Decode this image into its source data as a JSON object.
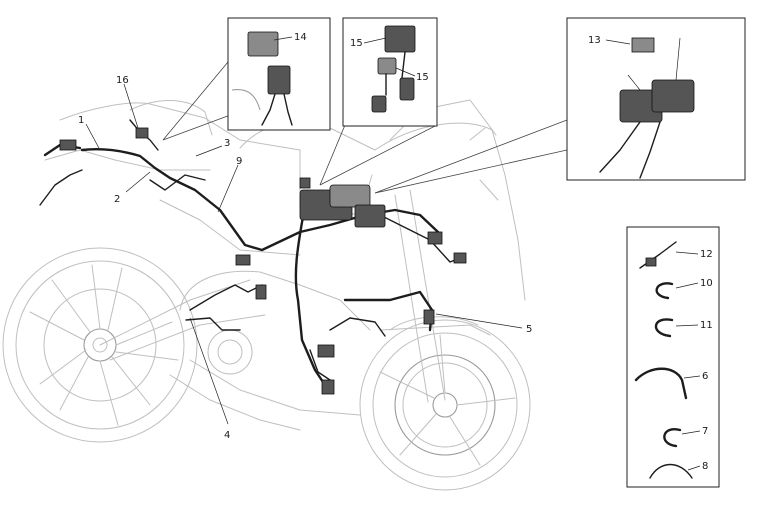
{
  "callouts": {
    "c1": "1",
    "c2": "2",
    "c3": "3",
    "c4": "4",
    "c5": "5",
    "c6": "6",
    "c7": "7",
    "c8": "8",
    "c9": "9",
    "c10": "10",
    "c11": "11",
    "c12": "12",
    "c13": "13",
    "c14": "14",
    "c15a": "15",
    "c15b": "15",
    "c16": "16"
  }
}
